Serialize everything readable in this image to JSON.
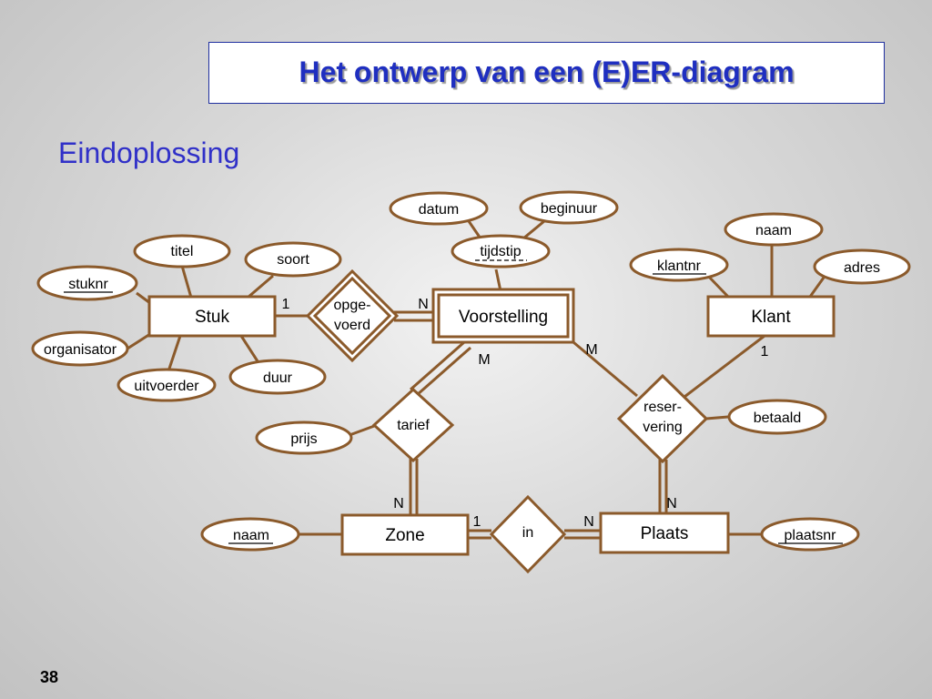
{
  "header": {
    "title": "Het ontwerp van een (E)ER-diagram"
  },
  "subtitle": "Eindoplossing",
  "slide_number": "38",
  "colors": {
    "line": "#8b5a2b",
    "title": "#1f2fc0",
    "subtitle": "#3030c8"
  },
  "entities": {
    "stuk": "Stuk",
    "voorstelling": "Voorstelling",
    "klant": "Klant",
    "zone": "Zone",
    "plaats": "Plaats"
  },
  "relationships": {
    "opgevoerd": [
      "opge-",
      "voerd"
    ],
    "tarief": [
      "tarief"
    ],
    "reservering": [
      "reser-",
      "vering"
    ],
    "in": [
      "in"
    ]
  },
  "attributes": {
    "titel": "titel",
    "soort": "soort",
    "stuknr": "stuknr",
    "organisator": "organisator",
    "uitvoerder": "uitvoerder",
    "duur": "duur",
    "datum": "datum",
    "beginuur": "beginuur",
    "tijdstip": "tijdstip",
    "klant_naam": "naam",
    "klantnr": "klantnr",
    "adres": "adres",
    "prijs": "prijs",
    "betaald": "betaald",
    "zone_naam": "naam",
    "plaatsnr": "plaatsnr"
  },
  "cardinalities": {
    "stuk_opgevoerd": "1",
    "opgevoerd_voorstelling": "N",
    "voorstelling_tarief": "M",
    "voorstelling_reservering": "M",
    "klant_reservering": "1",
    "tarief_zone": "N",
    "reservering_plaats": "N",
    "zone_in": "1",
    "in_plaats": "N"
  }
}
